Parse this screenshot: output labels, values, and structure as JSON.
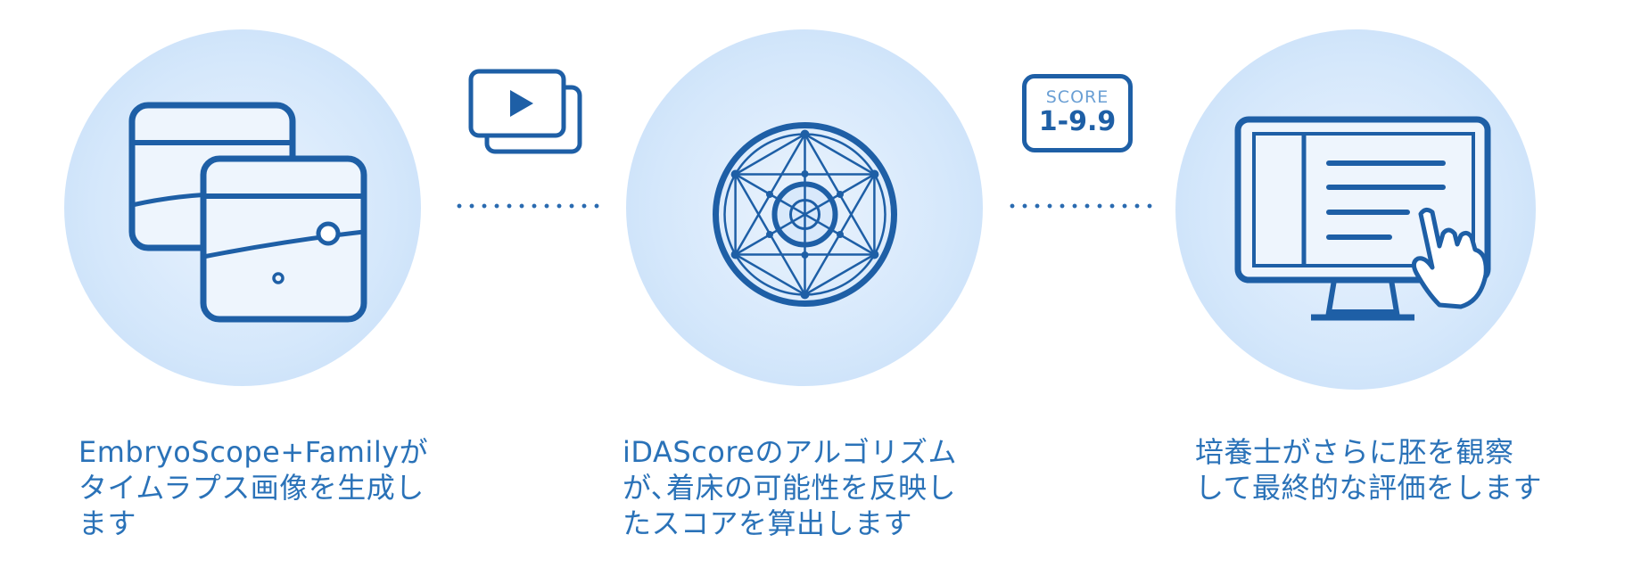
{
  "steps": [
    {
      "caption": "EmbryoScope+Familyが\nタイムラプス画像を生成し\nます",
      "icon": "embryoscope-device-icon"
    },
    {
      "caption": "iDAScoreのアルゴリズム\nが､着床の可能性を反映し\nたスコアを算出します",
      "icon": "neural-network-icon"
    },
    {
      "caption": "培養士がさらに胚を観察\nして最終的な評価をします",
      "icon": "monitor-touch-icon"
    }
  ],
  "connectors": {
    "first_icon": "play-video-stack-icon",
    "second": {
      "icon": "score-badge-icon",
      "label_top": "SCORE",
      "label_value": "1-9.9"
    }
  },
  "colors": {
    "primary": "#1e5fa6",
    "caption": "#2a72b8",
    "circle": "#d4e7fb"
  }
}
